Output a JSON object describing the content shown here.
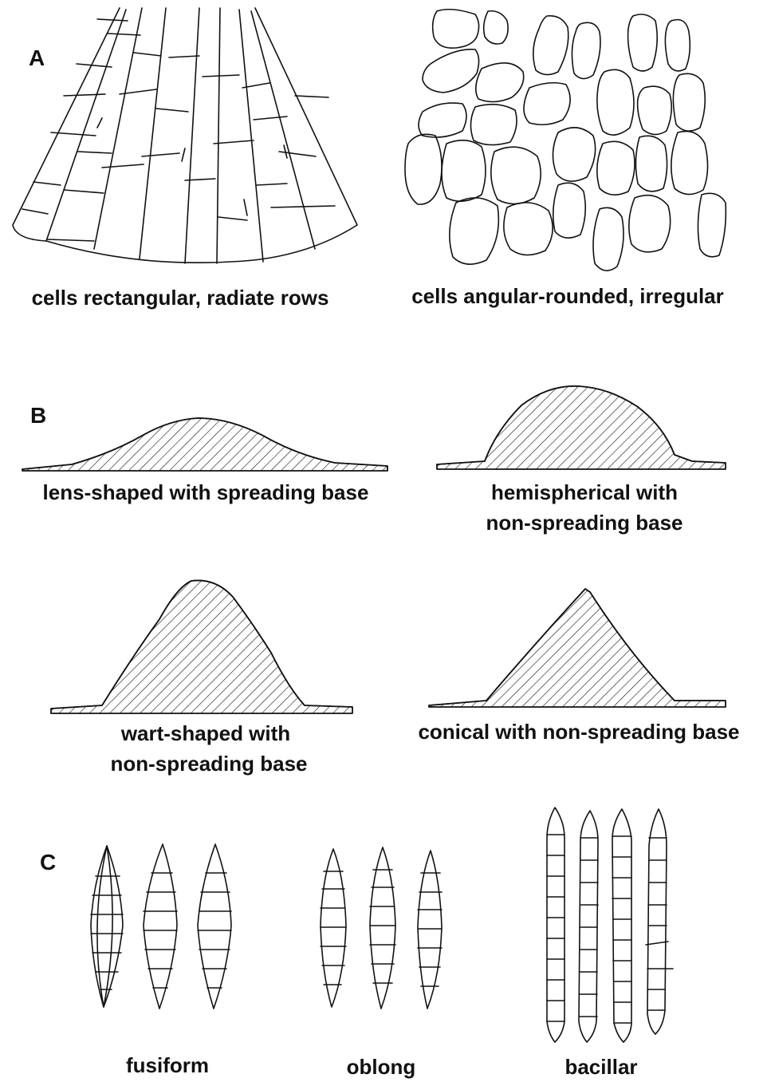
{
  "panel_a": {
    "letter": "A",
    "left_caption": "cells rectangular, radiate rows",
    "right_caption": "cells angular-rounded, irregular"
  },
  "panel_b": {
    "letter": "B",
    "shapes": [
      {
        "lines": [
          "lens-shaped with spreading base"
        ]
      },
      {
        "lines": [
          "hemispherical with",
          "non-spreading base"
        ]
      },
      {
        "lines": [
          "wart-shaped with",
          "non-spreading base"
        ]
      },
      {
        "lines": [
          "conical with non-spreading base"
        ]
      }
    ]
  },
  "panel_c": {
    "letter": "C",
    "groups": [
      {
        "label": "fusiform"
      },
      {
        "label": "oblong"
      },
      {
        "label": "bacillar"
      }
    ]
  }
}
